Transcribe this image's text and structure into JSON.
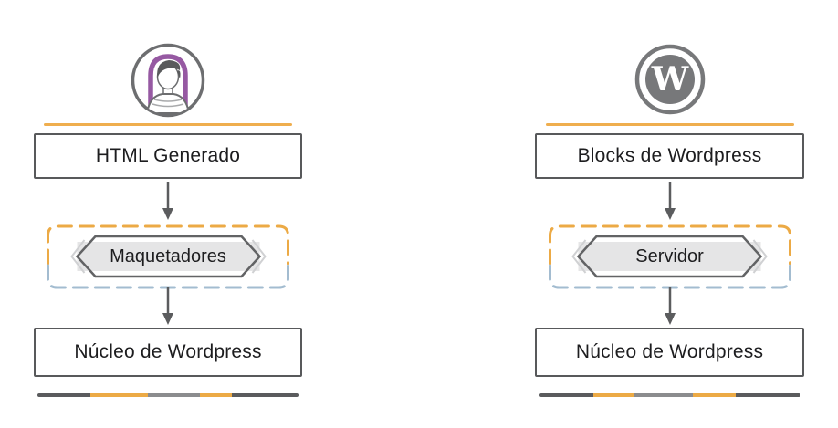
{
  "diagram": {
    "columns": [
      {
        "id": "html-to-wordpress",
        "icon": "user-avatar-icon",
        "source_box": {
          "label": "HTML Generado"
        },
        "processor_banner": {
          "label": "Maquetadores"
        },
        "target_box": {
          "label": "Núcleo de Wordpress"
        }
      },
      {
        "id": "blocks-to-wordpress",
        "icon": "wordpress-icon",
        "source_box": {
          "label": "Blocks de Wordpress"
        },
        "processor_banner": {
          "label": "Servidor"
        },
        "target_box": {
          "label": "Núcleo de Wordpress"
        }
      }
    ]
  },
  "colors": {
    "accent_orange": "#ECAA45",
    "rule_orange": "#EFAE4E",
    "dash_blue": "#A3BCD0",
    "outline_gray": "#58595B",
    "banner_band_gray": "#E5E5E6",
    "segment_dark_gray": "#5A5B5D",
    "segment_mid_gray": "#8B8C8E",
    "avatar_frame_purple": "#9659A2",
    "wordpress_gray": "#77787A",
    "text_color": "#1D1D1F"
  }
}
